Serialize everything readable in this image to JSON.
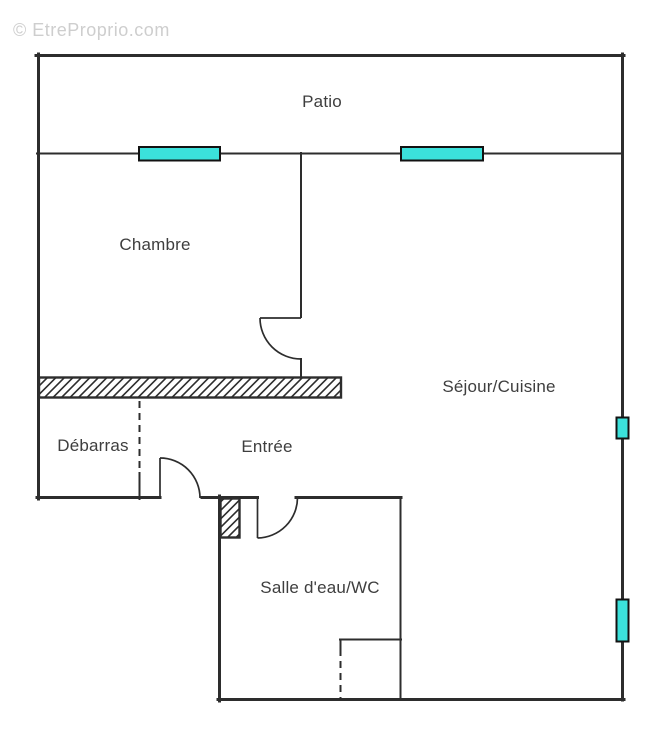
{
  "watermark": "© EtreProprio.com",
  "colors": {
    "background": "#ffffff",
    "wall": "#2d2d2d",
    "window_fill": "#3be1db",
    "window_stroke": "#121212",
    "label_text": "#3e3e3e",
    "watermark_text": "#cecece"
  },
  "rooms": {
    "patio": {
      "label": "Patio"
    },
    "chambre": {
      "label": "Chambre"
    },
    "sejour": {
      "label": "Séjour/Cuisine"
    },
    "debarras": {
      "label": "Débarras"
    },
    "entree": {
      "label": "Entrée"
    },
    "salle_eau": {
      "label": "Salle d'eau/WC"
    }
  },
  "plan": {
    "type": "apartment-floor-plan",
    "window_count": 4,
    "door_count": 3,
    "hatched_wall_count": 2,
    "dashed_partition_count": 2
  }
}
